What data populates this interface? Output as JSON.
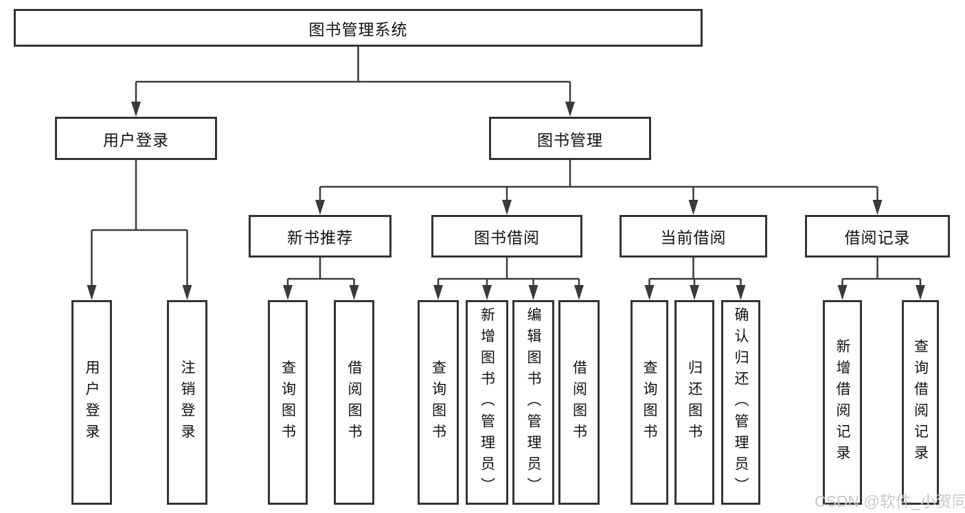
{
  "title": "图书管理系统",
  "tree": {
    "root": {
      "label": "图书管理系统"
    },
    "branches": [
      {
        "label": "用户登录",
        "leaves": [
          "用户登录",
          "注销登录"
        ]
      },
      {
        "label": "图书管理",
        "groups": [
          {
            "label": "新书推荐",
            "leaves": [
              "查询图书",
              "借阅图书"
            ]
          },
          {
            "label": "图书借阅",
            "leaves": [
              "查询图书",
              "新增图书（管理员）",
              "编辑图书（管理员）",
              "借阅图书"
            ]
          },
          {
            "label": "当前借阅",
            "leaves": [
              "查询图书",
              "归还图书",
              "确认归还（管理员）"
            ]
          },
          {
            "label": "借阅记录",
            "leaves": [
              "新增借阅记录",
              "查询借阅记录"
            ]
          }
        ]
      }
    ]
  },
  "watermark": "CSDN @软件_小贺同学",
  "colors": {
    "line": "#3a3a3a",
    "box_border": "#333333",
    "text": "#111111",
    "watermark": "#c9c9c9",
    "background": "#ffffff"
  }
}
